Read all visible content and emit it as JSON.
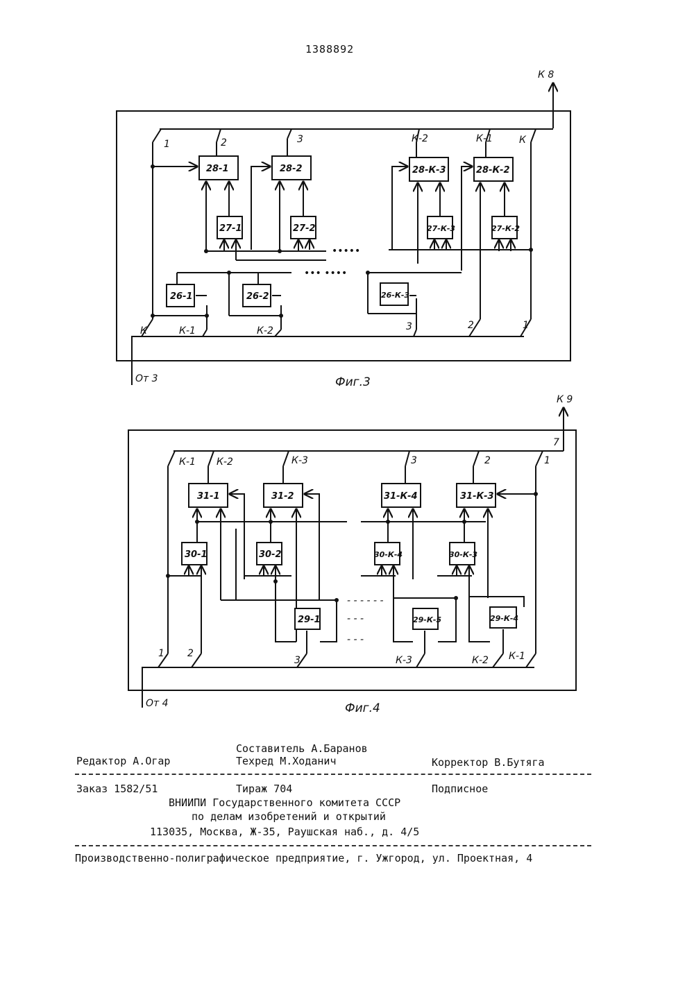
{
  "patent_number": "1388892",
  "fig3": {
    "caption": "Фиг.3",
    "output_label": "К 8",
    "input_label": "От 3",
    "top_labels": [
      "1",
      "2",
      "3",
      "К-2",
      "К-1",
      "К"
    ],
    "bottom_labels": [
      "К",
      "К-1",
      "К-2",
      "3",
      "2",
      "1"
    ],
    "blocks_28": [
      "28-1",
      "28-2",
      "28-К-3",
      "28-К-2"
    ],
    "blocks_27": [
      "27-1",
      "27-2",
      "27-К-3",
      "27-К-2"
    ],
    "blocks_26": [
      "26-1",
      "26-2",
      "26-К-3"
    ]
  },
  "fig4": {
    "caption": "Фиг.4",
    "output_label": "К 9",
    "input_label": "От 4",
    "seven_label": "7",
    "top_labels": [
      "К-1",
      "К-2",
      "К-3",
      "3",
      "2",
      "1"
    ],
    "bottom_labels": [
      "1",
      "2",
      "3",
      "К-3",
      "К-2",
      "К-1"
    ],
    "blocks_31": [
      "31-1",
      "31-2",
      "31-К-4",
      "31-К-3"
    ],
    "blocks_30": [
      "30-1",
      "30-2",
      "30-К-4",
      "30-К-3"
    ],
    "blocks_29": [
      "29-1",
      "29-К-5",
      "29-К-4"
    ]
  },
  "imprint": {
    "compiler": "Составитель А.Баранов",
    "editor": "Редактор А.Огар",
    "techred": "Техред М.Ходанич",
    "corrector": "Корректор В.Бутяга",
    "order": "Заказ 1582/51",
    "circulation": "Тираж 704",
    "subscription": "Подписное",
    "org_line1": "ВНИИПИ Государственного комитета СССР",
    "org_line2": "по делам изобретений и открытий",
    "address": "113035, Москва, Ж-35, Раушская наб., д. 4/5",
    "printer": "Производственно-полиграфическое предприятие, г. Ужгород, ул. Проектная, 4"
  }
}
